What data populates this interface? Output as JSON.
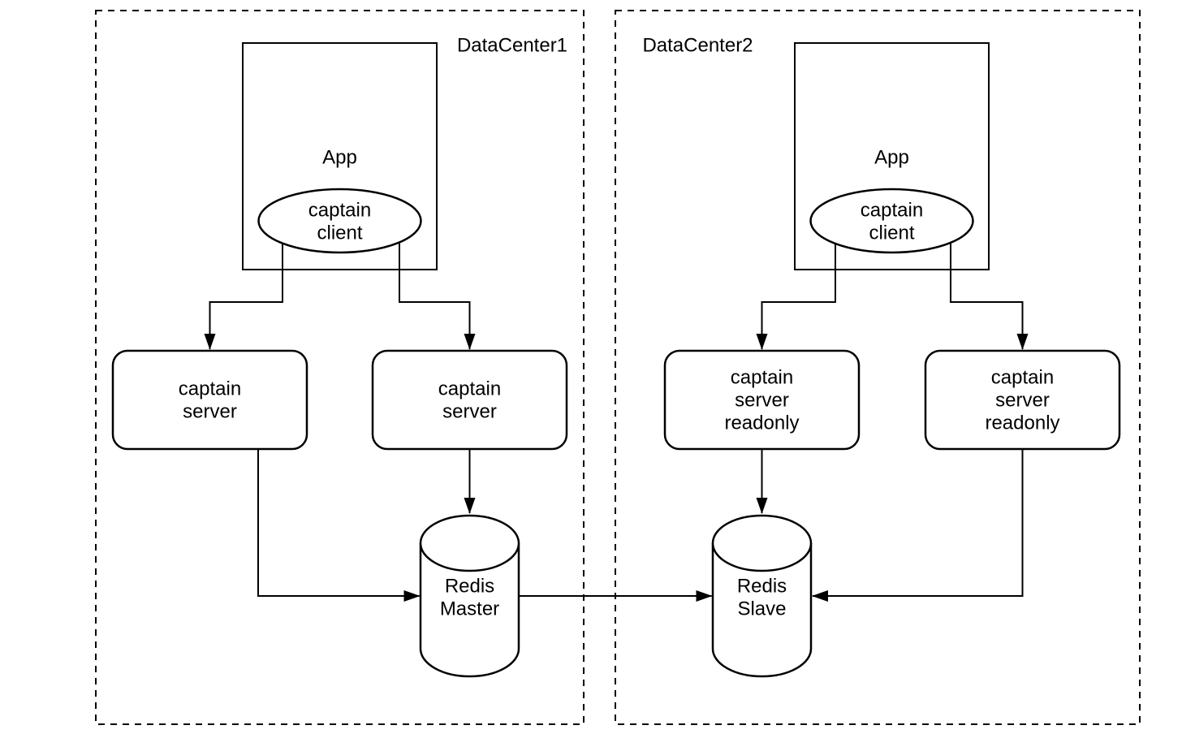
{
  "datacenter1": {
    "label": "DataCenter1",
    "app": {
      "label": "App"
    },
    "captain_client": {
      "lines": [
        "captain",
        "client"
      ]
    },
    "captain_server_left": {
      "lines": [
        "captain",
        "server"
      ]
    },
    "captain_server_right": {
      "lines": [
        "captain",
        "server"
      ]
    },
    "redis_master": {
      "lines": [
        "Redis",
        "Master"
      ]
    }
  },
  "datacenter2": {
    "label": "DataCenter2",
    "app": {
      "label": "App"
    },
    "captain_client": {
      "lines": [
        "captain",
        "client"
      ]
    },
    "captain_server_readonly_left": {
      "lines": [
        "captain",
        "server",
        "readonly"
      ]
    },
    "captain_server_readonly_right": {
      "lines": [
        "captain",
        "server",
        "readonly"
      ]
    },
    "redis_slave": {
      "lines": [
        "Redis",
        "Slave"
      ]
    }
  },
  "colors": {
    "stroke": "#000000",
    "shape_fill": "#ffffff",
    "background": "#ffffff"
  }
}
